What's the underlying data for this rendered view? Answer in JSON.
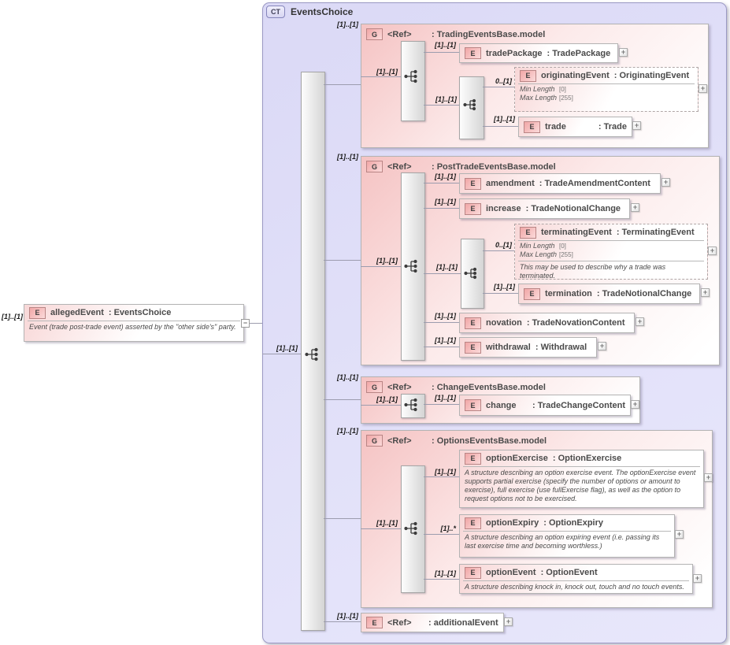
{
  "ui": {
    "expand": "+",
    "collapse": "−"
  },
  "ct": {
    "badge": "CT",
    "title": "EventsChoice",
    "card": "[1]..[1]"
  },
  "alleged": {
    "card": "[1]..[1]",
    "badge": "E",
    "name": "allegedEvent",
    "type": ": EventsChoice",
    "annotation": "Event (trade post-trade event) asserted by the \"other side's\" party."
  },
  "g1": {
    "card": "[1]..[1]",
    "badge": "G",
    "ref": "<Ref>",
    "type": ": TradingEventsBase.model",
    "bar_card": "[1]..[1]",
    "seq_card": "[1]..[1]",
    "tradePackage": {
      "card": "[1]..[1]",
      "badge": "E",
      "name": "tradePackage",
      "type": ": TradePackage"
    },
    "originatingEvent": {
      "card": "0..[1]",
      "badge": "E",
      "name": "originatingEvent",
      "type": ": OriginatingEvent",
      "facets": [
        {
          "label": "Min Length",
          "value": "[0]"
        },
        {
          "label": "Max Length",
          "value": "[255]"
        }
      ]
    },
    "trade": {
      "card": "[1]..[1]",
      "badge": "E",
      "name": "trade",
      "type": ": Trade"
    }
  },
  "g2": {
    "card": "[1]..[1]",
    "badge": "G",
    "ref": "<Ref>",
    "type": ": PostTradeEventsBase.model",
    "bar_card": "[1]..[1]",
    "seq_card": "[1]..[1]",
    "amendment": {
      "card": "[1]..[1]",
      "badge": "E",
      "name": "amendment",
      "type": ": TradeAmendmentContent"
    },
    "increase": {
      "card": "[1]..[1]",
      "badge": "E",
      "name": "increase",
      "type": ": TradeNotionalChange"
    },
    "terminatingEvent": {
      "card": "0..[1]",
      "badge": "E",
      "name": "terminatingEvent",
      "type": ": TerminatingEvent",
      "facets": [
        {
          "label": "Min Length",
          "value": "[0]"
        },
        {
          "label": "Max Length",
          "value": "[255]"
        }
      ],
      "annotation": "This may be used to describe why a trade was terminated."
    },
    "termination": {
      "card": "[1]..[1]",
      "badge": "E",
      "name": "termination",
      "type": ": TradeNotionalChange"
    },
    "novation": {
      "card": "[1]..[1]",
      "badge": "E",
      "name": "novation",
      "type": ": TradeNovationContent"
    },
    "withdrawal": {
      "card": "[1]..[1]",
      "badge": "E",
      "name": "withdrawal",
      "type": ": Withdrawal"
    }
  },
  "g3": {
    "card": "[1]..[1]",
    "badge": "G",
    "ref": "<Ref>",
    "type": ": ChangeEventsBase.model",
    "bar_card": "[1]..[1]",
    "change": {
      "card": "[1]..[1]",
      "badge": "E",
      "name": "change",
      "type": ": TradeChangeContent"
    }
  },
  "g4": {
    "card": "[1]..[1]",
    "badge": "G",
    "ref": "<Ref>",
    "type": ": OptionsEventsBase.model",
    "bar_card": "[1]..[1]",
    "optionExercise": {
      "card": "[1]..[1]",
      "badge": "E",
      "name": "optionExercise",
      "type": ": OptionExercise",
      "annotation": "A structure describing an option exercise event. The optionExercise event supports partial exercise (specify the number of options or amount to exercise), full exercise (use fullExercise flag), as well as the option to request options not to be exercised."
    },
    "optionExpiry": {
      "card": "[1]..*",
      "badge": "E",
      "name": "optionExpiry",
      "type": ": OptionExpiry",
      "annotation": "A structure describing an option expiring event (i.e. passing its last exercise time and becoming worthless.)"
    },
    "optionEvent": {
      "card": "[1]..[1]",
      "badge": "E",
      "name": "optionEvent",
      "type": ": OptionEvent",
      "annotation": "A structure describing knock in, knock out, touch and no touch events."
    }
  },
  "additional": {
    "card": "[1]..[1]",
    "badge": "E",
    "ref": "<Ref>",
    "type": ": additionalEvent"
  }
}
